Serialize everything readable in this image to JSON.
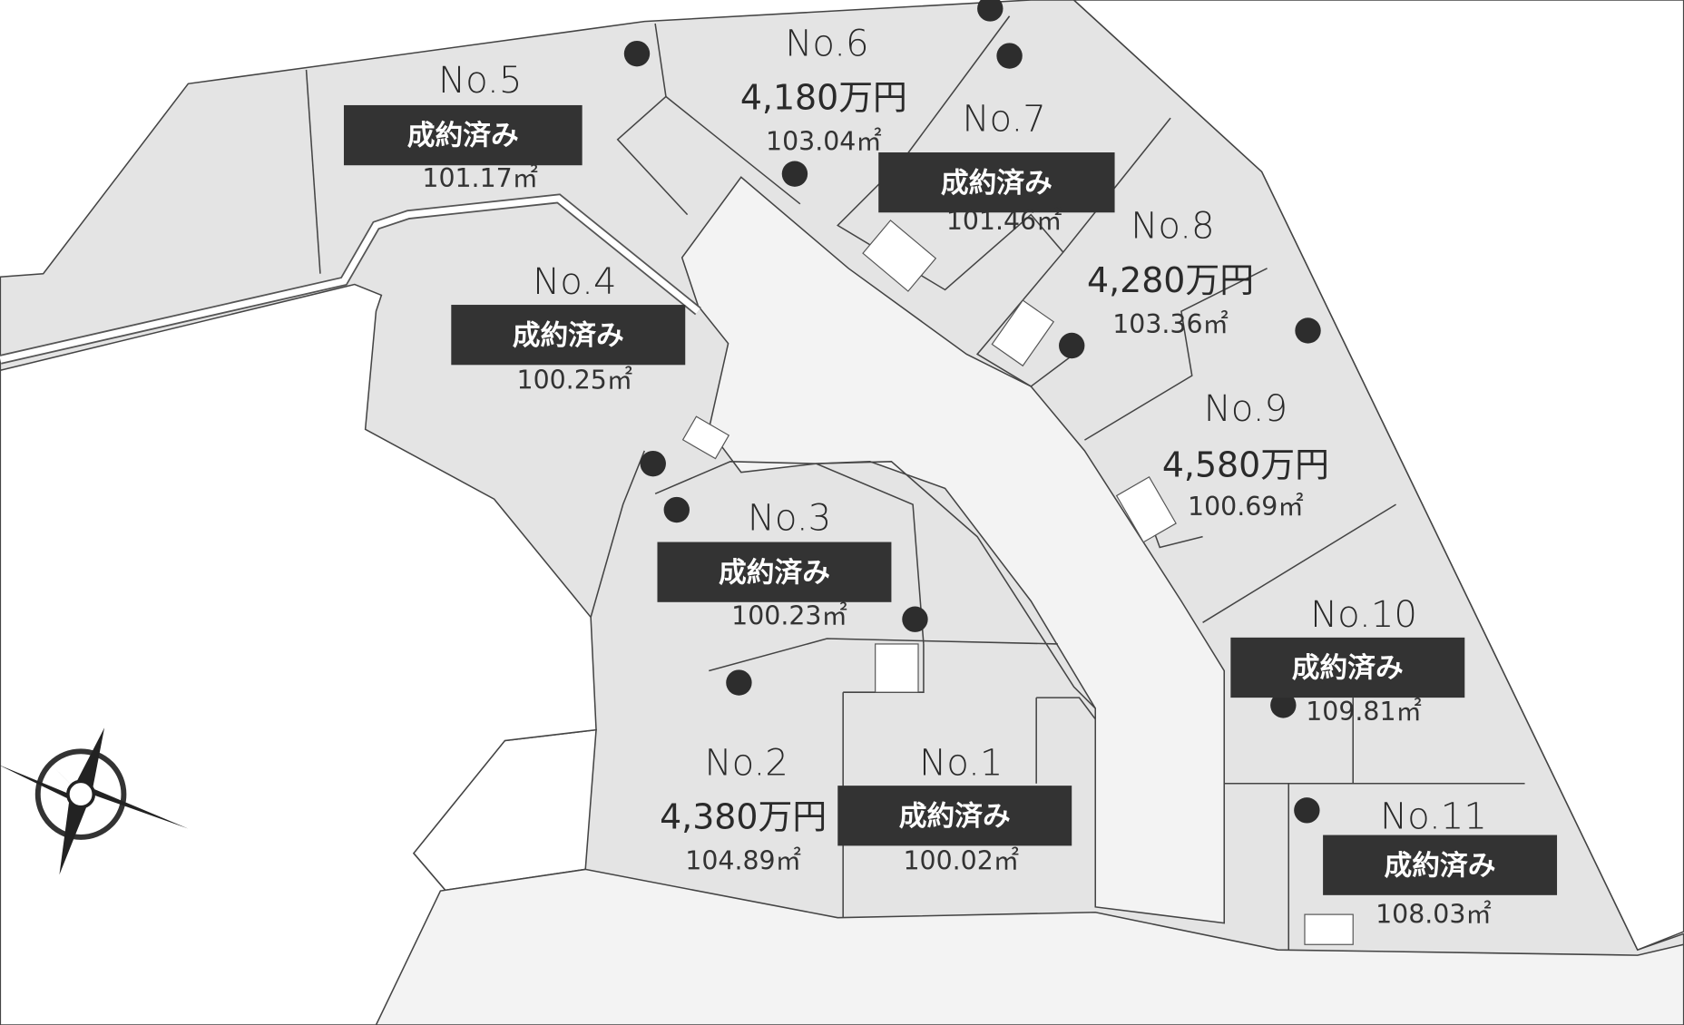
{
  "sold_label": "成約済み",
  "lots": [
    {
      "no": "No.1",
      "status": "成約済み",
      "area": "100.02㎡"
    },
    {
      "no": "No.2",
      "price": "4,380万円",
      "area": "104.89㎡"
    },
    {
      "no": "No.3",
      "status": "成約済み",
      "area": "100.23㎡"
    },
    {
      "no": "No.4",
      "status": "成約済み",
      "area": "100.25㎡"
    },
    {
      "no": "No.5",
      "status": "成約済み",
      "area": "101.17㎡"
    },
    {
      "no": "No.6",
      "price": "4,180万円",
      "area": "103.04㎡"
    },
    {
      "no": "No.7",
      "status": "成約済み",
      "area": "101.46㎡"
    },
    {
      "no": "No.8",
      "price": "4,280万円",
      "area": "103.36㎡"
    },
    {
      "no": "No.9",
      "price": "4,580万円",
      "area": "100.69㎡"
    },
    {
      "no": "No.10",
      "status": "成約済み",
      "area": "109.81㎡"
    },
    {
      "no": "No.11",
      "status": "成約済み",
      "area": "108.03㎡"
    }
  ],
  "colors": {
    "lot": "#e4e4e4",
    "road": "#f3f3f3",
    "sold_badge": "#333333"
  }
}
